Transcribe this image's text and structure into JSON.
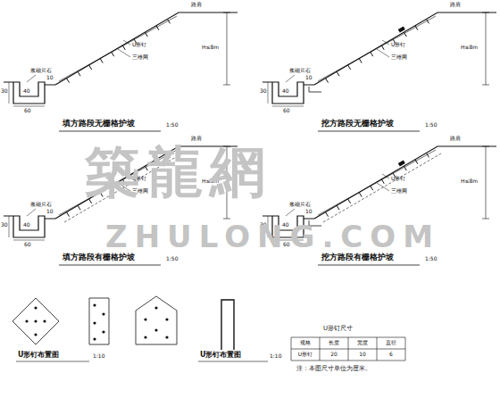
{
  "diagram": {
    "labels": [
      "填方路段无栅格护坡",
      "1:50",
      "H≤8m",
      "路肩",
      "U形钉",
      "三维网",
      "浆砌片石",
      "60",
      "40",
      "30",
      "10",
      "挖方路段无栅格护坡",
      "1:50",
      "H≤8m",
      "路肩",
      "U形钉",
      "三维网",
      "浆砌片石",
      "60",
      "40",
      "30",
      "10",
      "填方路段有栅格护坡",
      "1:50",
      "H≤8m",
      "路肩",
      "U形钉",
      "三维网",
      "浆砌片石",
      "60",
      "40",
      "30",
      "10",
      "挖方路段有栅格护坡",
      "1:50",
      "H≤8m",
      "路肩",
      "U形钉",
      "三维网",
      "浆砌片石",
      "60",
      "40",
      "30",
      "10",
      "U形钉布置图",
      "1:10",
      "U形钉布置图",
      "1:10",
      "U形钉尺寸",
      "规格",
      "长度",
      "宽度",
      "直径",
      "U形钉",
      "20",
      "10",
      "6",
      "注：本图尺寸单位为厘米。",
      "築龍網",
      "ZHULONG.COM"
    ]
  }
}
